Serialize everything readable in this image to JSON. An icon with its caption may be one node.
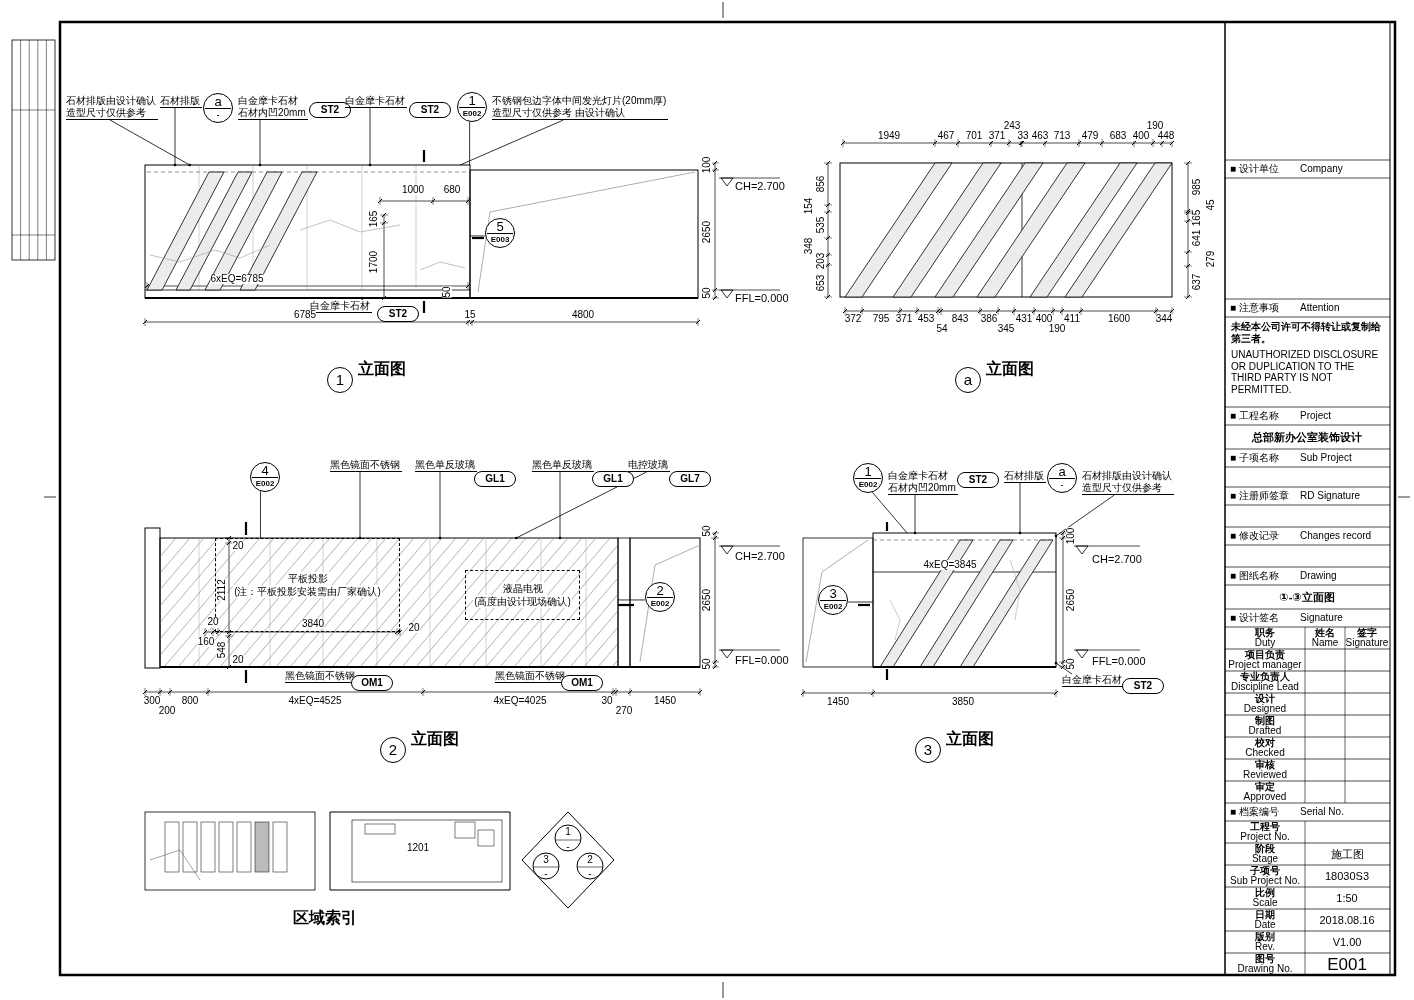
{
  "diagram": {
    "nodes": [
      {
        "text": [
          "石材排版由设计确认",
          "造型尺寸仅供参考"
        ]
      },
      {
        "text": [
          "石材排版"
        ]
      },
      {
        "text": [
          "a",
          "-"
        ]
      },
      {
        "text": [
          "白金摩卡石材",
          "石材内凹20mm"
        ]
      },
      {
        "text": [
          "ST2"
        ]
      },
      {
        "text": [
          "白金摩卡石材"
        ]
      },
      {
        "text": [
          "ST2"
        ]
      },
      {
        "text": [
          "1",
          "E002"
        ]
      },
      {
        "text": [
          "不锈钢包边字体中间发光灯片(20mm厚)",
          "造型尺寸仅供参考 由设计确认"
        ]
      },
      {
        "text": [
          "5",
          "E003"
        ]
      },
      {
        "text": [
          "白金摩卡石材"
        ]
      },
      {
        "text": [
          "ST2"
        ]
      },
      {
        "text": [],
        "shape": "picture"
      },
      {
        "text": [
          "1"
        ],
        "beside": [
          "立面图"
        ]
      },
      {
        "text": [
          "a"
        ],
        "beside": [
          "立面图"
        ]
      },
      {
        "text": [
          "4",
          "E002"
        ]
      },
      {
        "text": [
          "黑色镜面不锈钢"
        ]
      },
      {
        "text": [
          "黑色单反玻璃"
        ]
      },
      {
        "text": [
          "GL1"
        ]
      },
      {
        "text": [
          "黑色单反玻璃"
        ]
      },
      {
        "text": [
          "GL1"
        ]
      },
      {
        "text": [
          "电控玻璃"
        ]
      },
      {
        "text": [
          "GL7"
        ]
      },
      {
        "text": [],
        "shape": "picture"
      },
      {
        "text": [
          "平板投影",
          "(注：平板投影安装需由厂家确认)"
        ],
        "in": 23
      },
      {
        "text": [
          "液晶电视",
          "(高度由设计现场确认)"
        ],
        "in": 23
      },
      {
        "text": [
          "2",
          "E002"
        ]
      },
      {
        "text": [
          "黑色镜面不锈钢"
        ]
      },
      {
        "text": [
          "OM1"
        ]
      },
      {
        "text": [
          "黑色镜面不锈钢"
        ]
      },
      {
        "text": [
          "OM1"
        ]
      },
      {
        "text": [
          "2"
        ],
        "beside": [
          "立面图"
        ]
      },
      {
        "text": [
          "1",
          "E002"
        ]
      },
      {
        "text": [
          "白金摩卡石材",
          "石材内凹20mm"
        ]
      },
      {
        "text": [
          "ST2"
        ]
      },
      {
        "text": [
          "石材排版"
        ]
      },
      {
        "text": [
          "a",
          "-"
        ]
      },
      {
        "text": [
          "石材排版由设计确认",
          "造型尺寸仅供参考"
        ]
      },
      {
        "text": [
          "3",
          "E002"
        ]
      },
      {
        "text": [],
        "shape": "picture"
      },
      {
        "text": [
          "白金摩卡石材"
        ]
      },
      {
        "text": [
          "ST2"
        ]
      },
      {
        "text": [
          "3"
        ],
        "beside": [
          "立面图"
        ]
      }
    ],
    "edges": [
      {
        "from": 0,
        "to": 12,
        "arrow": "other"
      },
      {
        "from": 1,
        "to": 12,
        "arrow": "other"
      },
      {
        "from": 3,
        "to": 12,
        "arrow": "other"
      },
      {
        "from": 5,
        "to": 12,
        "arrow": "other"
      },
      {
        "from": 7,
        "to": 12,
        "arrow": "none"
      },
      {
        "from": 8,
        "to": 12,
        "arrow": "none"
      },
      {
        "from": 9,
        "to": 12,
        "arrow": "none"
      },
      {
        "from": 10,
        "to": 12,
        "arrow": "other"
      },
      {
        "from": 15,
        "to": 23,
        "arrow": "none"
      },
      {
        "from": 16,
        "to": 23,
        "arrow": "other"
      },
      {
        "from": 17,
        "to": 23,
        "arrow": "other"
      },
      {
        "from": 19,
        "to": 23,
        "arrow": "other"
      },
      {
        "from": 21,
        "to": 23,
        "arrow": "other"
      },
      {
        "from": 26,
        "to": 23,
        "arrow": "none"
      },
      {
        "from": 32,
        "to": 39,
        "arrow": "none"
      },
      {
        "from": 33,
        "to": 39,
        "arrow": "other"
      },
      {
        "from": 35,
        "to": 39,
        "arrow": "other"
      },
      {
        "from": 37,
        "to": 39,
        "arrow": "other"
      },
      {
        "from": 38,
        "to": 39,
        "arrow": "none"
      },
      {
        "from": 40,
        "to": 39,
        "arrow": "other"
      }
    ],
    "labels": [
      "1000",
      "680",
      "165",
      "1700",
      "6xEQ=6785",
      "50",
      "100",
      "2650",
      "50",
      "CH=2.700",
      "FFL=0.000",
      "6785",
      "15",
      "4800",
      "1949",
      "467",
      "701",
      "371",
      "243",
      "33",
      "463",
      "713",
      "479",
      "683",
      "400",
      "190",
      "448",
      "372",
      "795",
      "371",
      "453",
      "54",
      "843",
      "386",
      "345",
      "431",
      "400",
      "190",
      "411",
      "1600",
      "344",
      "856",
      "154",
      "535",
      "348",
      "203",
      "653",
      "985",
      "45",
      "165",
      "641",
      "279",
      "637",
      "2112",
      "20",
      "20",
      "160",
      "3840",
      "20",
      "548",
      "20",
      "300",
      "200",
      "800",
      "4xEQ=4525",
      "4xEQ=4025",
      "30",
      "270",
      "1450",
      "50",
      "2650",
      "50",
      "CH=2.700",
      "FFL=0.000",
      "4xEQ=3845",
      "100",
      "2650",
      "50",
      "CH=2.700",
      "FFL=0.000",
      "1450",
      "3850",
      "区域索引",
      "1201",
      "1",
      "-",
      "2",
      "-",
      "3",
      "-",
      "■ 设计单位",
      "Company",
      "■ 注意事项",
      "Attention",
      "未经本公司许可不得转让或复制给第三者。",
      "UNAUTHORIZED DISCLOSURE OR DUPLICATION TO THE THIRD PARTY IS NOT PERMITTED.",
      "■ 工程名称",
      "Project",
      "总部新办公室装饰设计",
      "■ 子项名称",
      "Sub Project",
      "■ 注册师签章",
      "RD Signature",
      "■ 修改记录",
      "Changes record",
      "■ 图纸名称",
      "Drawing",
      "①-③立面图",
      "■ 设计签名",
      "Signature",
      "职务",
      "Duty",
      "姓名",
      "Name",
      "签字",
      "Signature",
      "项目负责",
      "Project manager",
      "专业负责人",
      "Discipline Lead",
      "设计",
      "Designed",
      "制图",
      "Drafted",
      "校对",
      "Checked",
      "审核",
      "Reviewed",
      "审定",
      "Approved",
      "■ 档案编号",
      "Serial No.",
      "工程号",
      "Project No.",
      "阶段",
      "Stage",
      "施工图",
      "子项号",
      "Sub Project No.",
      "18030S3",
      "比例",
      "Scale",
      "1:50",
      "日期",
      "Date",
      "2018.08.16",
      "版别",
      "Rev.",
      "V1.00",
      "图号",
      "Drawing No.",
      "E001"
    ]
  }
}
